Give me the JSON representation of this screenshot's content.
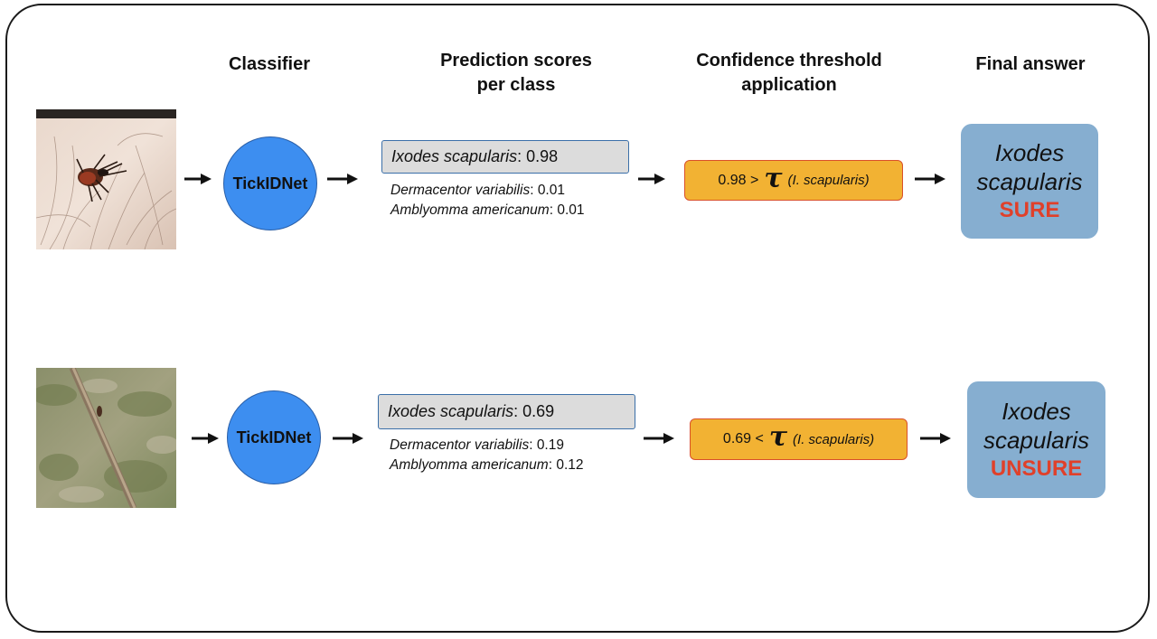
{
  "headers": {
    "classifier": "Classifier",
    "scores_line1": "Prediction scores",
    "scores_line2": "per class",
    "threshold_line1": "Confidence threshold",
    "threshold_line2": "application",
    "final": "Final answer"
  },
  "rows": [
    {
      "photo_icon": "tick-on-skin-photo",
      "classifier": "TickIDNet",
      "top_species": "Ixodes scapularis",
      "top_score": ": 0.98",
      "others": [
        {
          "species": "Dermacentor variabilis",
          "score": ": 0.01"
        },
        {
          "species": "Amblyomma americanum",
          "score": ": 0.01"
        }
      ],
      "threshold_value": "0.98 >",
      "threshold_symbol": "τ",
      "threshold_species": "(I. scapularis)",
      "answer_line1": "Ixodes",
      "answer_line2": "scapularis",
      "verdict": "SURE"
    },
    {
      "photo_icon": "tick-on-grass-photo",
      "classifier": "TickIDNet",
      "top_species": "Ixodes scapularis",
      "top_score": ": 0.69",
      "others": [
        {
          "species": "Dermacentor variabilis",
          "score": ": 0.19"
        },
        {
          "species": "Amblyomma americanum",
          "score": ": 0.12"
        }
      ],
      "threshold_value": "0.69 <",
      "threshold_symbol": "τ",
      "threshold_species": "(I. scapularis)",
      "answer_line1": "Ixodes",
      "answer_line2": "scapularis",
      "verdict": "UNSURE"
    }
  ],
  "colors": {
    "classifier_fill": "#3d8ef0",
    "threshold_fill": "#f2b233",
    "answer_fill": "#86aed0",
    "verdict_text": "#e0402a"
  }
}
